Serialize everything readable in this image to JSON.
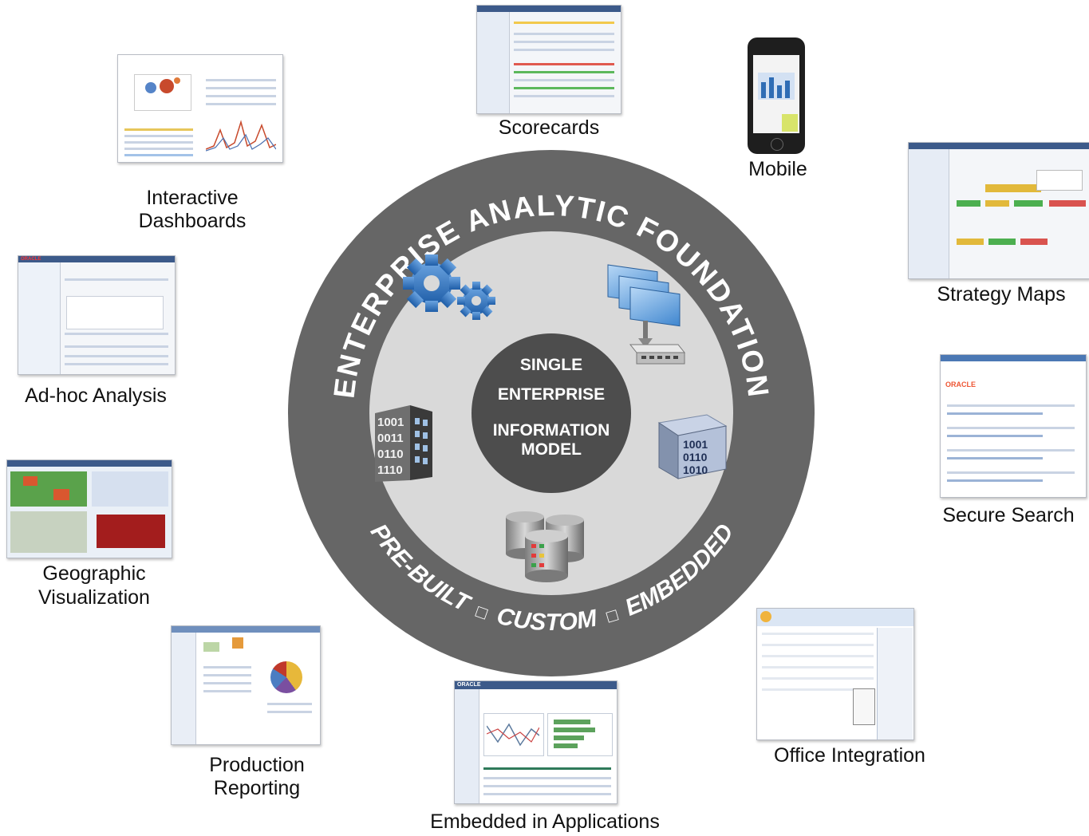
{
  "ring": {
    "top_text": "ENTERPRISE ANALYTIC FOUNDATION",
    "bottom_left": "PRE-BUILT",
    "bottom_mid": "CUSTOM",
    "bottom_right": "EMBEDDED",
    "separator": "□"
  },
  "center": {
    "line1": "SINGLE",
    "line2": "ENTERPRISE",
    "line3": "INFORMATION",
    "line4": "MODEL"
  },
  "cube_bits": [
    "1001",
    "0110",
    "1010"
  ],
  "building_bits": [
    "1001",
    "0011",
    "0110",
    "1110"
  ],
  "capabilities": {
    "scorecards": "Scorecards",
    "mobile": "Mobile",
    "dashboards_1": "Interactive",
    "dashboards_2": "Dashboards",
    "strategy_maps": "Strategy Maps",
    "adhoc": "Ad-hoc Analysis",
    "secure_search": "Secure Search",
    "geo_1": "Geographic",
    "geo_2": "Visualization",
    "office": "Office Integration",
    "production_1": "Production",
    "production_2": "Reporting",
    "embedded": "Embedded in Applications"
  },
  "thumb_brand": "ORACLE",
  "colors": {
    "ring": "#666666",
    "inner_disc": "#d9d9d9",
    "center_disc": "#4d4d4d",
    "accent_blue": "#2f6db5"
  }
}
